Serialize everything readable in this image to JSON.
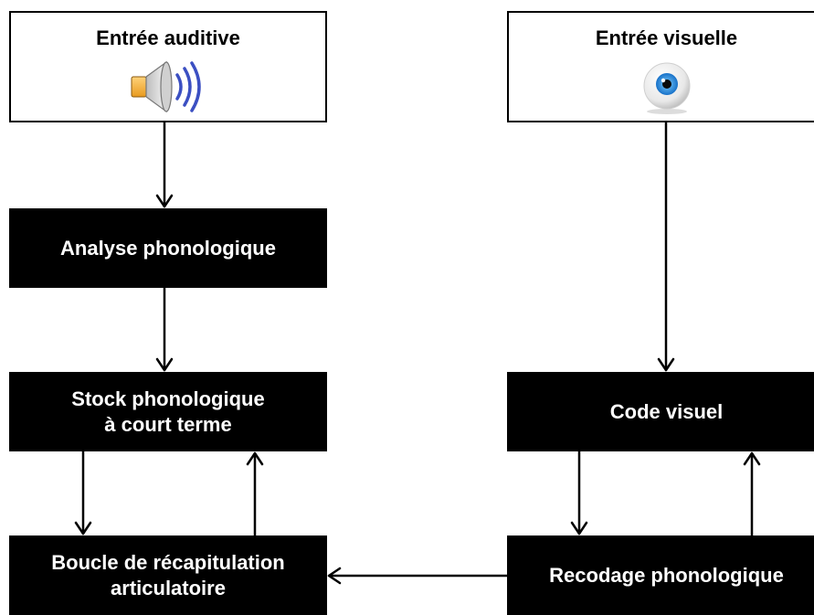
{
  "nodes": {
    "auditory_input": {
      "label": "Entrée auditive",
      "icon": "speaker-icon"
    },
    "visual_input": {
      "label": "Entrée visuelle",
      "icon": "eye-icon"
    },
    "phonological_analysis": {
      "label": "Analyse phonologique"
    },
    "phonological_store": {
      "line1": "Stock phonologique",
      "line2": "à court terme"
    },
    "visual_code": {
      "label": "Code visuel"
    },
    "articulatory_loop": {
      "line1": "Boucle de récapitulation",
      "line2": "articulatoire"
    },
    "phonological_recoding": {
      "label": "Recodage phonologique"
    }
  },
  "colors": {
    "process_fill": "#000000",
    "process_text": "#ffffff",
    "input_fill": "#ffffff",
    "arrow": "#000000"
  }
}
